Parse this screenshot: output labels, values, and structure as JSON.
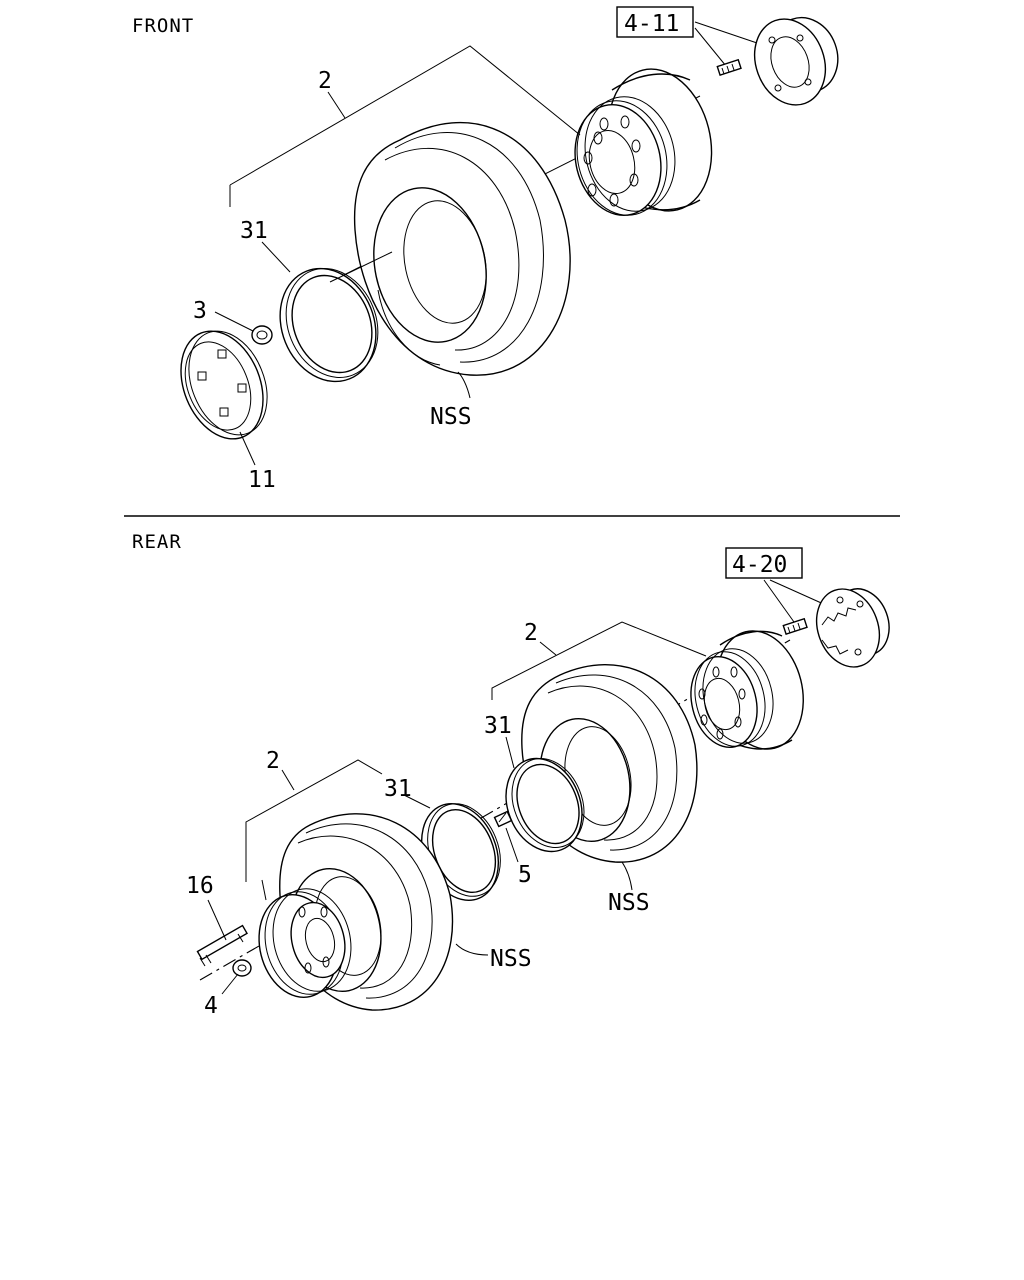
{
  "sections": {
    "front": {
      "title": "FRONT",
      "ref_box": "4-11",
      "callouts": {
        "tire_assembly": "2",
        "rim_ring": "31",
        "nut": "3",
        "wheel_cap": "11",
        "tire": "NSS"
      }
    },
    "rear": {
      "title": "REAR",
      "ref_box": "4-20",
      "callouts": {
        "inner_tire_assembly": "2",
        "inner_rim_ring": "31",
        "outer_tire_assembly": "2",
        "outer_rim_ring": "31",
        "inner_nut": "5",
        "inner_tire": "NSS",
        "stud_bolt": "16",
        "outer_nut": "4",
        "outer_tire": "NSS"
      }
    }
  }
}
